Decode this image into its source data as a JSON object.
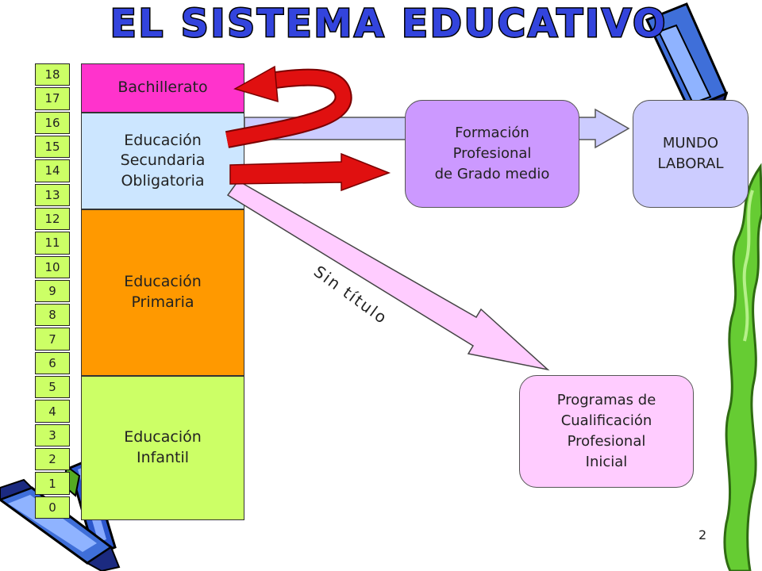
{
  "title": "EL SISTEMA EDUCATIVO",
  "ages": [
    "18",
    "17",
    "16",
    "15",
    "14",
    "13",
    "12",
    "11",
    "10",
    "9",
    "8",
    "7",
    "6",
    "5",
    "4",
    "3",
    "2",
    "1",
    "0"
  ],
  "stages": {
    "bachillerato": "Bachillerato",
    "eso": "Educación\nSecundaria\nObligatoria",
    "primaria": "Educación\nPrimaria",
    "infantil": "Educación\nInfantil"
  },
  "nodes": {
    "fp": "Formación\nProfesional\nde Grado medio",
    "mundo": "MUNDO\nLABORAL",
    "pcpi": "Programas  de\nCualificación\nProfesional\nInicial"
  },
  "sin_titulo": "Sin título",
  "page_number": "2",
  "colors": {
    "bachillerato": "#ff33cc",
    "eso": "#cce6ff",
    "primaria": "#ff9900",
    "infantil": "#ccff66",
    "ages": "#ccff66",
    "fp": "#cc99ff",
    "mundo": "#ccccff",
    "pcpi": "#ffccff",
    "title_fill": "#3344dd",
    "red_arrow": "#e01010"
  },
  "icons": [
    "pencil-icon-top-right",
    "crayon-icon-right",
    "pencils-icon-bottom-left"
  ]
}
